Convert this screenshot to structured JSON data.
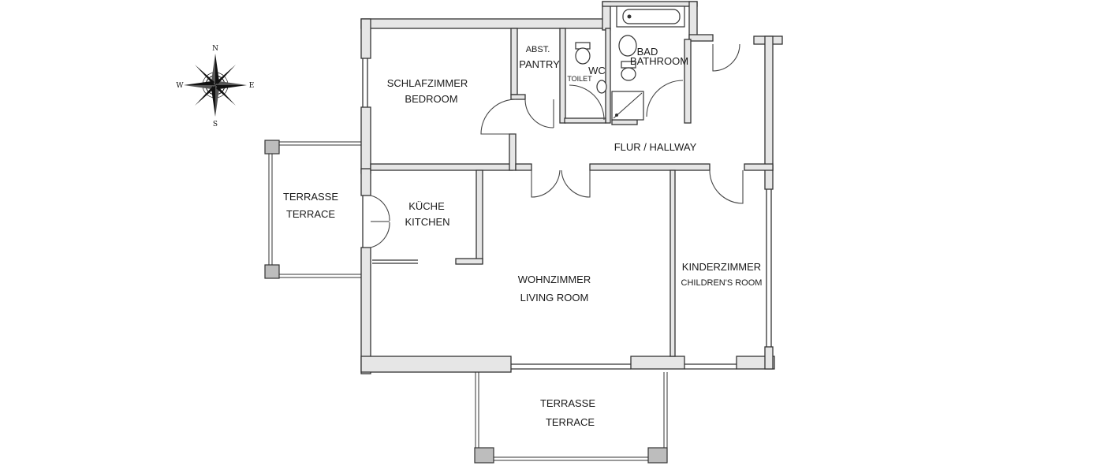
{
  "rooms": {
    "bedroom": {
      "de": "SCHLAFZIMMER",
      "en": "BEDROOM"
    },
    "pantry": {
      "de": "ABST.",
      "en": "PANTRY"
    },
    "wc": {
      "de": "WC",
      "en": "TOILET"
    },
    "bathroom": {
      "de": "BAD",
      "en": "BATHROOM"
    },
    "hallway": {
      "label": "FLUR / HALLWAY"
    },
    "kitchen": {
      "de": "KÜCHE",
      "en": "KITCHEN"
    },
    "living": {
      "de": "WOHNZIMMER",
      "en": "LIVING ROOM"
    },
    "children": {
      "de": "KINDERZIMMER",
      "en": "CHILDREN'S ROOM"
    },
    "terrace_west": {
      "de": "TERRASSE",
      "en": "TERRACE"
    },
    "terrace_south": {
      "de": "TERRASSE",
      "en": "TERRACE"
    }
  },
  "compass": {
    "n": "N",
    "e": "E",
    "s": "S",
    "w": "W"
  }
}
